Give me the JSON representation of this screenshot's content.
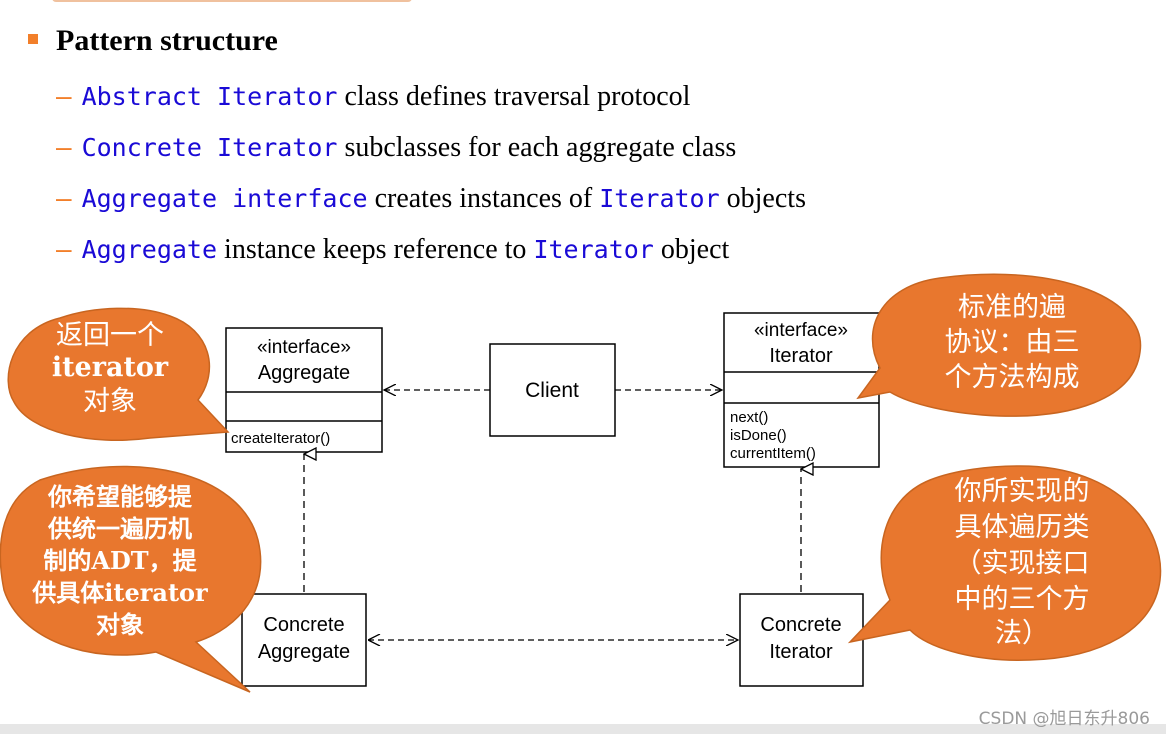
{
  "heading": "Pattern structure",
  "bullets": [
    {
      "code1": "Abstract Iterator",
      "text1": " class defines traversal protocol"
    },
    {
      "code1": "Concrete Iterator",
      "text1": " subclasses for each aggregate class"
    },
    {
      "code1": "Aggregate interface",
      "text1": " creates instances of ",
      "code2": "Iterator",
      "text2": " objects"
    },
    {
      "code1": "Aggregate",
      "text1": " instance keeps reference to ",
      "code2": "Iterator",
      "text2": " object"
    }
  ],
  "diagram": {
    "aggregate": {
      "stereotype": "«interface»",
      "name": "Aggregate",
      "method": "createIterator()"
    },
    "client": {
      "name": "Client"
    },
    "iterator": {
      "stereotype": "«interface»",
      "name": "Iterator",
      "methods": [
        "next()",
        "isDone()",
        "currentItem()"
      ]
    },
    "concrete_aggregate": {
      "line1": "Concrete",
      "line2": "Aggregate"
    },
    "concrete_iterator": {
      "line1": "Concrete",
      "line2": "Iterator"
    }
  },
  "callouts": {
    "return_iterator": [
      "返回一个",
      "iterator",
      "对象"
    ],
    "standard_protocol": [
      "标准的遍",
      "协议：由三",
      "个方法构成"
    ],
    "adt_callout": [
      "你希望能够提",
      "供统一遍历机",
      "制的ADT，提",
      "供具体iterator",
      "对象"
    ],
    "concrete_callout": [
      "你所实现的",
      "具体遍历类",
      "（实现接口",
      "中的三个方",
      "法）"
    ]
  },
  "colors": {
    "bubble": "#e8772e",
    "bubble_border": "#c86520",
    "accent": "#f27f2a",
    "code": "#1a0ad6"
  },
  "watermark": "CSDN @旭日东升806"
}
